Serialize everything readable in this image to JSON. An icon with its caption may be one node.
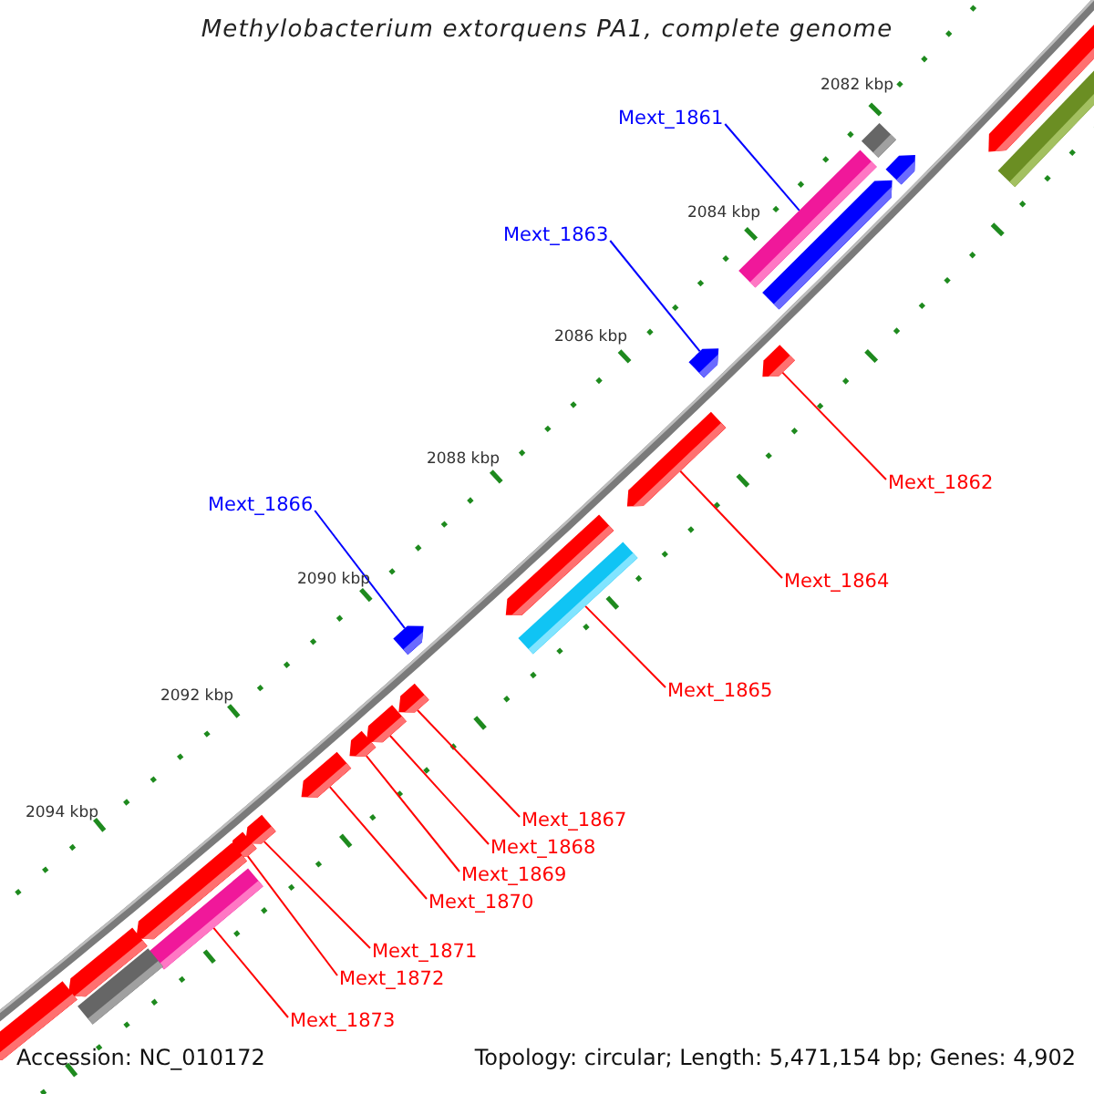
{
  "diagram": {
    "title": "Methylobacterium extorquens PA1, complete genome",
    "nodes": [
      {
        "text": [],
        "shape": "arrow"
      },
      {
        "text": [
          "Mext_1861"
        ]
      },
      {
        "text": [],
        "shape": "bar"
      },
      {
        "text": [],
        "shape": "diamond"
      },
      {
        "text": [],
        "shape": "arrow"
      },
      {
        "text": [],
        "shape": "bar"
      },
      {
        "text": [
          "Mext_1863"
        ]
      },
      {
        "text": [],
        "shape": "arrow"
      },
      {
        "text": [],
        "shape": "arrow"
      },
      {
        "text": [],
        "shape": "arrow"
      },
      {
        "text": [
          "Mext_1862"
        ]
      },
      {
        "text": [],
        "shape": "arrow"
      },
      {
        "text": [
          "Mext_1866"
        ]
      },
      {
        "text": [
          "Mext_1864"
        ]
      },
      {
        "text": [],
        "shape": "arrow"
      },
      {
        "text": [],
        "shape": "bar"
      },
      {
        "text": [],
        "shape": "arrow"
      },
      {
        "text": [
          "Mext_1865"
        ]
      },
      {
        "text": [],
        "shape": "arrow"
      },
      {
        "text": [],
        "shape": "arrow"
      },
      {
        "text": [],
        "shape": "arrow"
      },
      {
        "text": [],
        "shape": "arrow"
      },
      {
        "text": [
          "Mext_1867"
        ]
      },
      {
        "text": [
          "Mext_1868"
        ]
      },
      {
        "text": [
          "Mext_1869"
        ]
      },
      {
        "text": [
          "Mext_1870"
        ]
      },
      {
        "text": [],
        "shape": "arrow"
      },
      {
        "text": [],
        "shape": "arrow"
      },
      {
        "text": [],
        "shape": "arrow"
      },
      {
        "text": [],
        "shape": "bar"
      },
      {
        "text": [
          "Mext_1871"
        ]
      },
      {
        "text": [
          "Mext_1872"
        ]
      },
      {
        "text": [],
        "shape": "arrow"
      },
      {
        "text": [],
        "shape": "bar"
      },
      {
        "text": [
          "Mext_1873"
        ]
      },
      {
        "text": [],
        "shape": "arrow"
      }
    ],
    "edges": [
      {
        "from": 1,
        "to": 5,
        "arrow": "none",
        "color": "#0000ff"
      },
      {
        "from": 6,
        "to": 8,
        "arrow": "none",
        "color": "#0000ff"
      },
      {
        "from": 10,
        "to": 9,
        "arrow": "none"
      },
      {
        "from": 13,
        "to": 11,
        "arrow": "none"
      },
      {
        "from": 12,
        "to": 16,
        "arrow": "none",
        "color": "#0000ff"
      },
      {
        "from": 17,
        "to": 15,
        "arrow": "none"
      },
      {
        "from": 22,
        "to": 18,
        "arrow": "none"
      },
      {
        "from": 23,
        "to": 19,
        "arrow": "none"
      },
      {
        "from": 24,
        "to": 20,
        "arrow": "none"
      },
      {
        "from": 25,
        "to": 21,
        "arrow": "none"
      },
      {
        "from": 30,
        "to": 26,
        "arrow": "none"
      },
      {
        "from": 31,
        "to": 27,
        "arrow": "none"
      },
      {
        "from": 34,
        "to": 29,
        "arrow": "none"
      }
    ],
    "labels": [
      "2082 kbp",
      "2084 kbp",
      "2086 kbp",
      "2088 kbp",
      "2090 kbp",
      "2092 kbp",
      "2094 kbp",
      "Accession: NC_010172",
      "Topology: circular; Length: 5,471,154 bp; Genes: 4,902"
    ]
  }
}
